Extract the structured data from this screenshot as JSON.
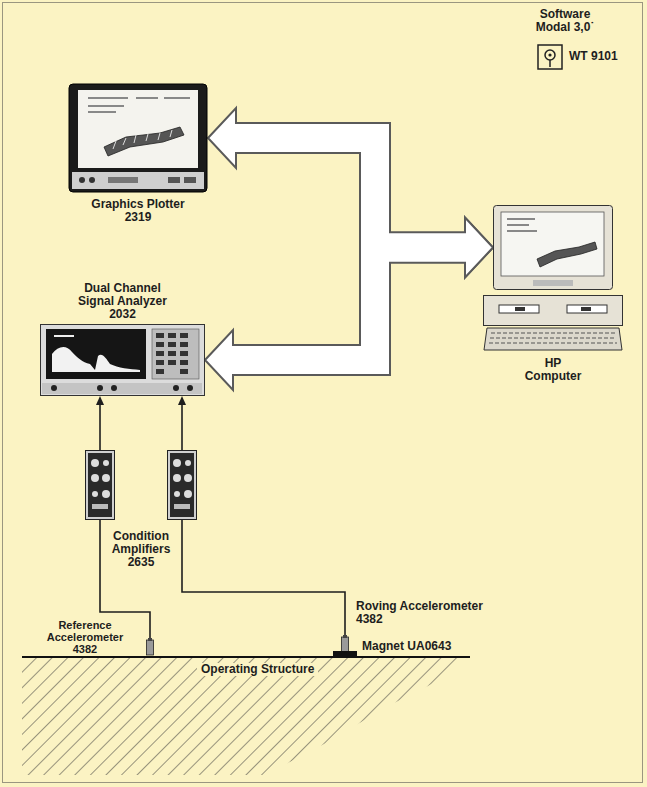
{
  "diagram": {
    "nodes": [
      {
        "text": [
          "Software Modal 3,0˙",
          "WT 9101"
        ]
      },
      {
        "text": [
          "Graphics Plotter 2319"
        ]
      },
      {
        "text": [
          "HP Computer"
        ]
      },
      {
        "text": [
          "Dual Channel Signal Analyzer 2032"
        ]
      },
      {
        "text": [
          "Condition Amplifiers 2635"
        ]
      },
      {
        "text": [
          "Reference Accelerometer 4382"
        ]
      },
      {
        "text": [
          "Roving Accelerometer 4382",
          "Magnet UA0643"
        ]
      },
      {
        "text": [
          "Operating Structure"
        ]
      }
    ],
    "edges": [
      {
        "from": 1,
        "to": 2,
        "arrow": "both"
      },
      {
        "from": 3,
        "to": 2,
        "arrow": "both"
      },
      {
        "from": 5,
        "to": 4,
        "arrow": "none"
      },
      {
        "from": 6,
        "to": 4,
        "arrow": "none"
      },
      {
        "from": 4,
        "to": 3,
        "arrow": "to"
      },
      {
        "from": 4,
        "to": 3,
        "arrow": "to"
      }
    ]
  }
}
